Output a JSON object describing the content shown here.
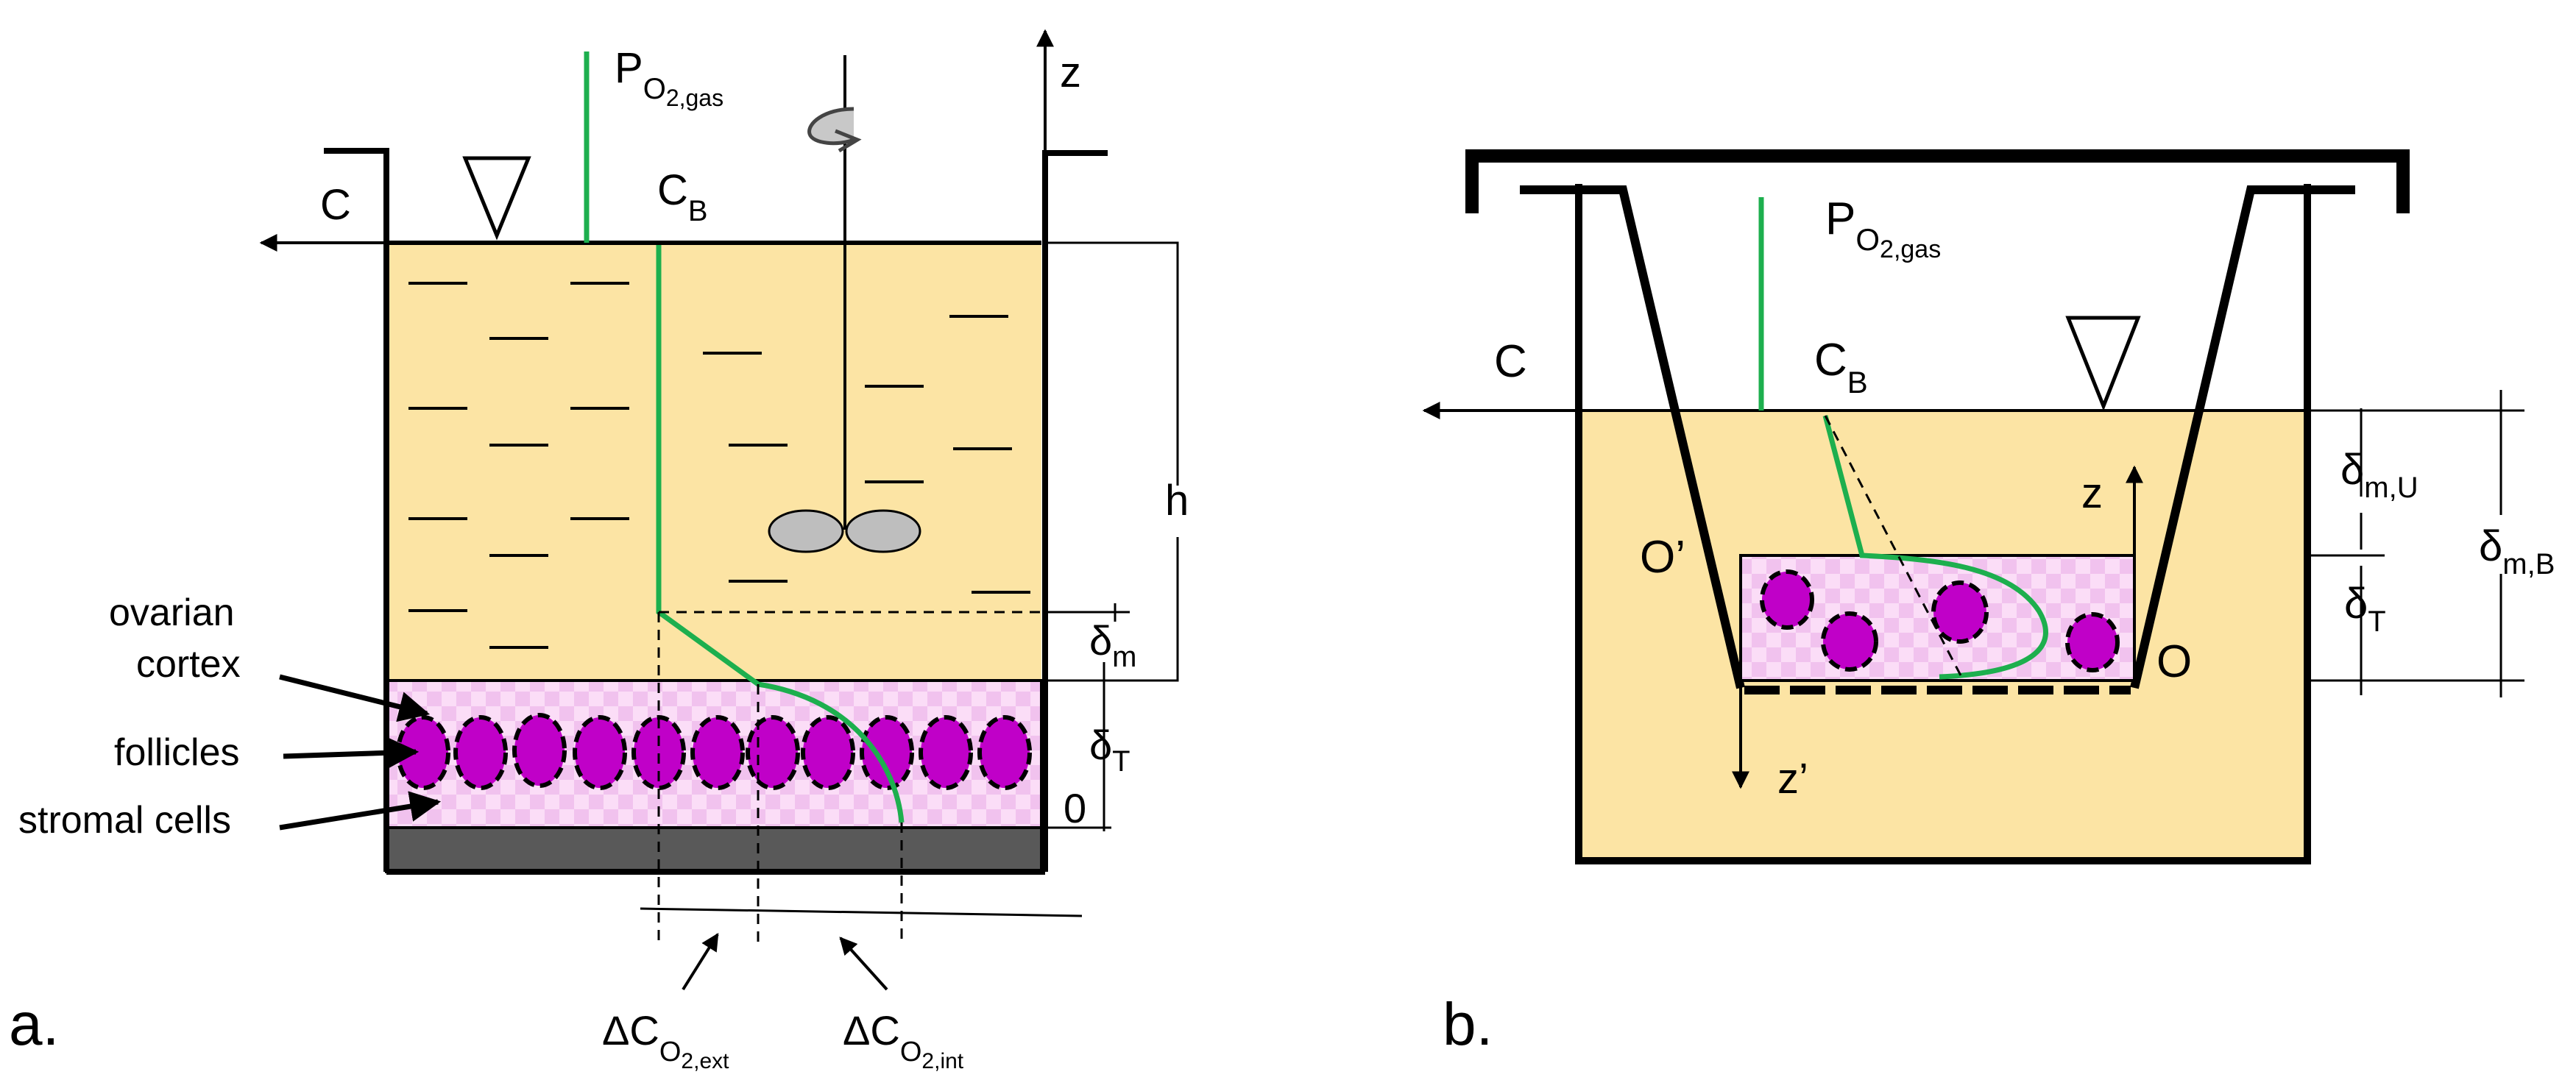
{
  "colors": {
    "medium": "#FCE4A4",
    "tissue": "#FBDDF7",
    "tissue_check": "#F1C2EE",
    "follicle": "#C000C8",
    "oxygen_profile": "#1DAF4E",
    "base": "#595959",
    "impeller": "#BEBEBE",
    "line": "#000000"
  },
  "panel_a": {
    "panel_label": "a.",
    "p_o2_gas": {
      "main": "P",
      "sub": "O",
      "subsub": "2,gas"
    },
    "z_axis": "z",
    "c_label": "C",
    "cb_label": {
      "main": "C",
      "sub": "B"
    },
    "h_label": "h",
    "delta_m": {
      "main": "δ",
      "sub": "m"
    },
    "delta_t": {
      "main": "δ",
      "sub": "T"
    },
    "zero_label": "0",
    "ovarian_cortex_line1": "ovarian",
    "ovarian_cortex_line2": "cortex",
    "follicles": "follicles",
    "stromal_cells": "stromal cells",
    "delta_c_ext": {
      "main": "ΔC",
      "sub": "O",
      "subsub": "2,ext"
    },
    "delta_c_int": {
      "main": "ΔC",
      "sub": "O",
      "subsub": "2,int"
    }
  },
  "panel_b": {
    "panel_label": "b.",
    "p_o2_gas": {
      "main": "P",
      "sub": "O",
      "subsub": "2,gas"
    },
    "c_label": "C",
    "cb_label": {
      "main": "C",
      "sub": "B"
    },
    "z_axis": "z",
    "z_prime_axis": "z’",
    "o_label": "O",
    "o_prime_label": "O’",
    "delta_mu": {
      "main": "δ",
      "sub": "m,U"
    },
    "delta_t": {
      "main": "δ",
      "sub": "T"
    },
    "delta_mb": {
      "main": "δ",
      "sub": "m,B"
    }
  }
}
